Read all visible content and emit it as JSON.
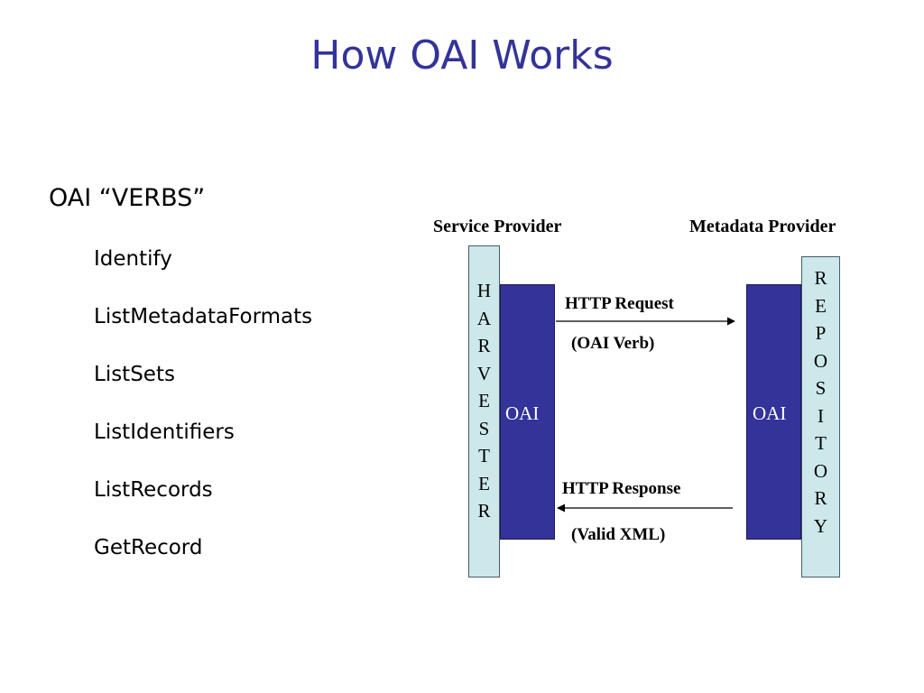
{
  "slide": {
    "title": "How OAI Works"
  },
  "verbs": {
    "heading": "OAI “VERBS”",
    "items": [
      "Identify",
      "ListMetadataFormats",
      "ListSets",
      "ListIdentifiers",
      "ListRecords",
      "GetRecord"
    ]
  },
  "diagram": {
    "service_provider_label": "Service Provider",
    "metadata_provider_label": "Metadata Provider",
    "harvester_letters": "H\nA\nR\nV\nE\nS\nT\nE\nR",
    "repository_letters": "R\nE\nP\nO\nS\nI\nT\nO\nR\nY",
    "oai_left": "OAI",
    "oai_right": "OAI",
    "request_label": "HTTP Request",
    "request_detail": "(OAI Verb)",
    "response_label": "HTTP Response",
    "response_detail": "(Valid XML)",
    "colors": {
      "title": "#333399",
      "oai_box": "#333399",
      "column_fill": "#cce8ea"
    }
  }
}
